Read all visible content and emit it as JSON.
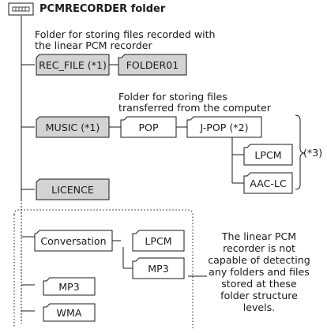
{
  "diagram": {
    "title": "PCMRECORDER folder",
    "notes": {
      "linear_folder_line1": "Folder for storing files recorded with",
      "linear_folder_line2": "the linear PCM recorder",
      "music_folder_line1": "Folder for storing files",
      "music_folder_line2": "transferred from the computer",
      "undetectable": [
        "The linear PCM",
        "recorder is not",
        "capable of detecting",
        "any folders and files",
        "stored at these",
        "folder structure",
        "levels."
      ]
    },
    "folders": {
      "rec_file": "REC_FILE (*1)",
      "folder01": "FOLDER01",
      "music": "MUSIC (*1)",
      "pop": "POP",
      "jpop": "J-POP (*2)",
      "lpcm_music": "LPCM",
      "aac_lc": "AAC-LC",
      "licence": "LICENCE",
      "conversation": "Conversation",
      "lpcm_conv": "LPCM",
      "mp3_conv": "MP3",
      "mp3": "MP3",
      "wma": "WMA"
    },
    "footnote": "(*3)",
    "colors": {
      "shaded_folder": "#d3d3d3",
      "plain_folder": "#ffffff",
      "line": "#1a1a1a"
    }
  }
}
